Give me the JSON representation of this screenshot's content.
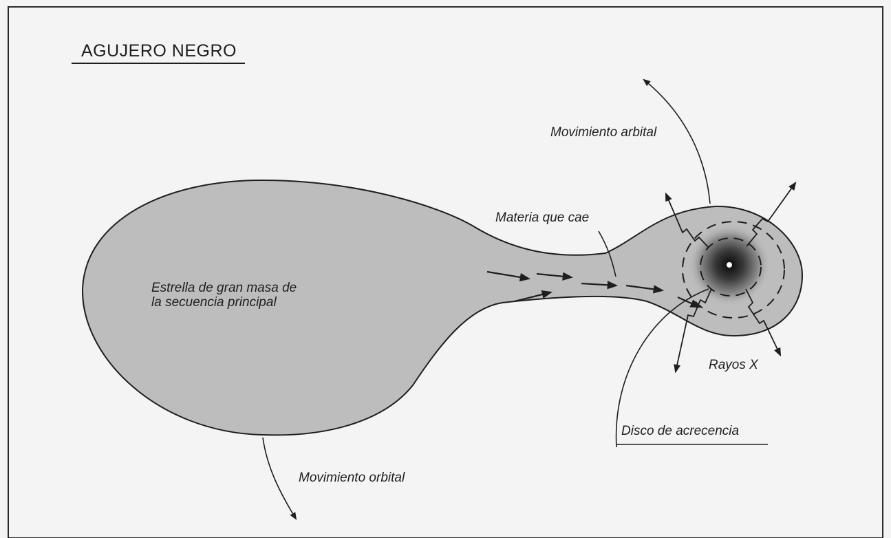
{
  "title": "AGUJERO NEGRO",
  "labels": {
    "star_line1": "Estrella de gran  masa de",
    "star_line2": "la secuencia principal",
    "orbital_motion_black_hole": "Movimiento arbital",
    "falling_matter": "Materia que cae",
    "x_rays": "Rayos  X",
    "accretion_disk": "Disco de acrecencia",
    "orbital_motion_star": "Movimiento orbital"
  },
  "colors": {
    "paper": "#f4f4f4",
    "frame": "#2a2a2a",
    "star_fill": "#bdbdbd",
    "outline": "#1e1e1e",
    "black_hole_core": "#1a1a1a",
    "ink": "#1e1e1e"
  }
}
